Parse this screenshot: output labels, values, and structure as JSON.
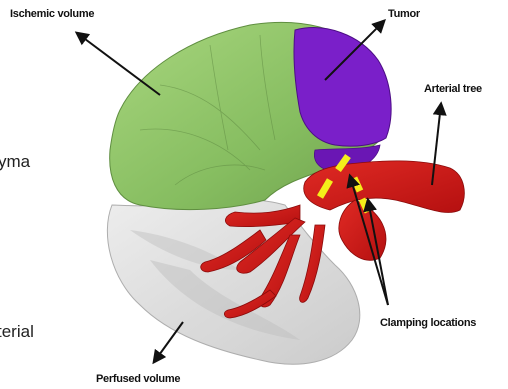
{
  "labels": {
    "ischemic": "Ischemic volume",
    "tumor": "Tumor",
    "arterial_tree": "Arterial tree",
    "clamping": "Clamping locations",
    "perfused": "Perfused volume"
  },
  "cropped_text": {
    "left_top": "yma",
    "left_bottom": "terial"
  },
  "colors": {
    "ischemic": "#8fc36a",
    "tumor": "#7a1fc9",
    "arterial": "#d01818",
    "perfused": "#d9d9d9",
    "clamp": "#f4ee1a"
  }
}
